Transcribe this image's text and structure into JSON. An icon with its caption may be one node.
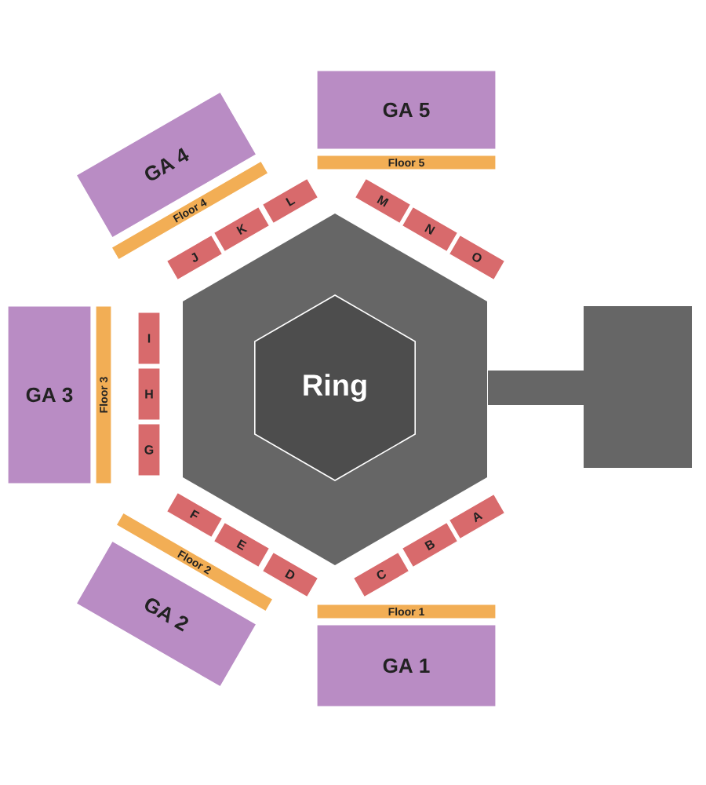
{
  "diagram": {
    "nodes": [
      {
        "text": [
          "GA 4"
        ]
      },
      {
        "text": [
          "GA 5"
        ]
      },
      {
        "text": [
          "Floor 4"
        ]
      },
      {
        "text": [
          "Floor 5"
        ]
      },
      {
        "text": [
          "J"
        ]
      },
      {
        "text": [
          "K"
        ]
      },
      {
        "text": [
          "L"
        ]
      },
      {
        "text": [
          "M"
        ]
      },
      {
        "text": [
          "N"
        ]
      },
      {
        "text": [
          "O"
        ]
      },
      {
        "text": [
          "GA 3"
        ]
      },
      {
        "text": [
          "Floor 3"
        ]
      },
      {
        "text": [
          "I"
        ]
      },
      {
        "text": [
          "H"
        ]
      },
      {
        "text": [
          "G"
        ]
      },
      {
        "text": [],
        "shape": "hexagon"
      },
      {
        "text": [
          "Ring"
        ],
        "in": 15
      },
      {
        "text": [],
        "shape": "box"
      },
      {
        "text": [
          "F"
        ]
      },
      {
        "text": [
          "E"
        ]
      },
      {
        "text": [
          "D"
        ]
      },
      {
        "text": [
          "C"
        ]
      },
      {
        "text": [
          "B"
        ]
      },
      {
        "text": [
          "A"
        ]
      },
      {
        "text": [
          "Floor 2"
        ]
      },
      {
        "text": [
          "Floor 1"
        ]
      },
      {
        "text": [
          "GA 2"
        ]
      },
      {
        "text": [
          "GA 1"
        ]
      }
    ]
  }
}
